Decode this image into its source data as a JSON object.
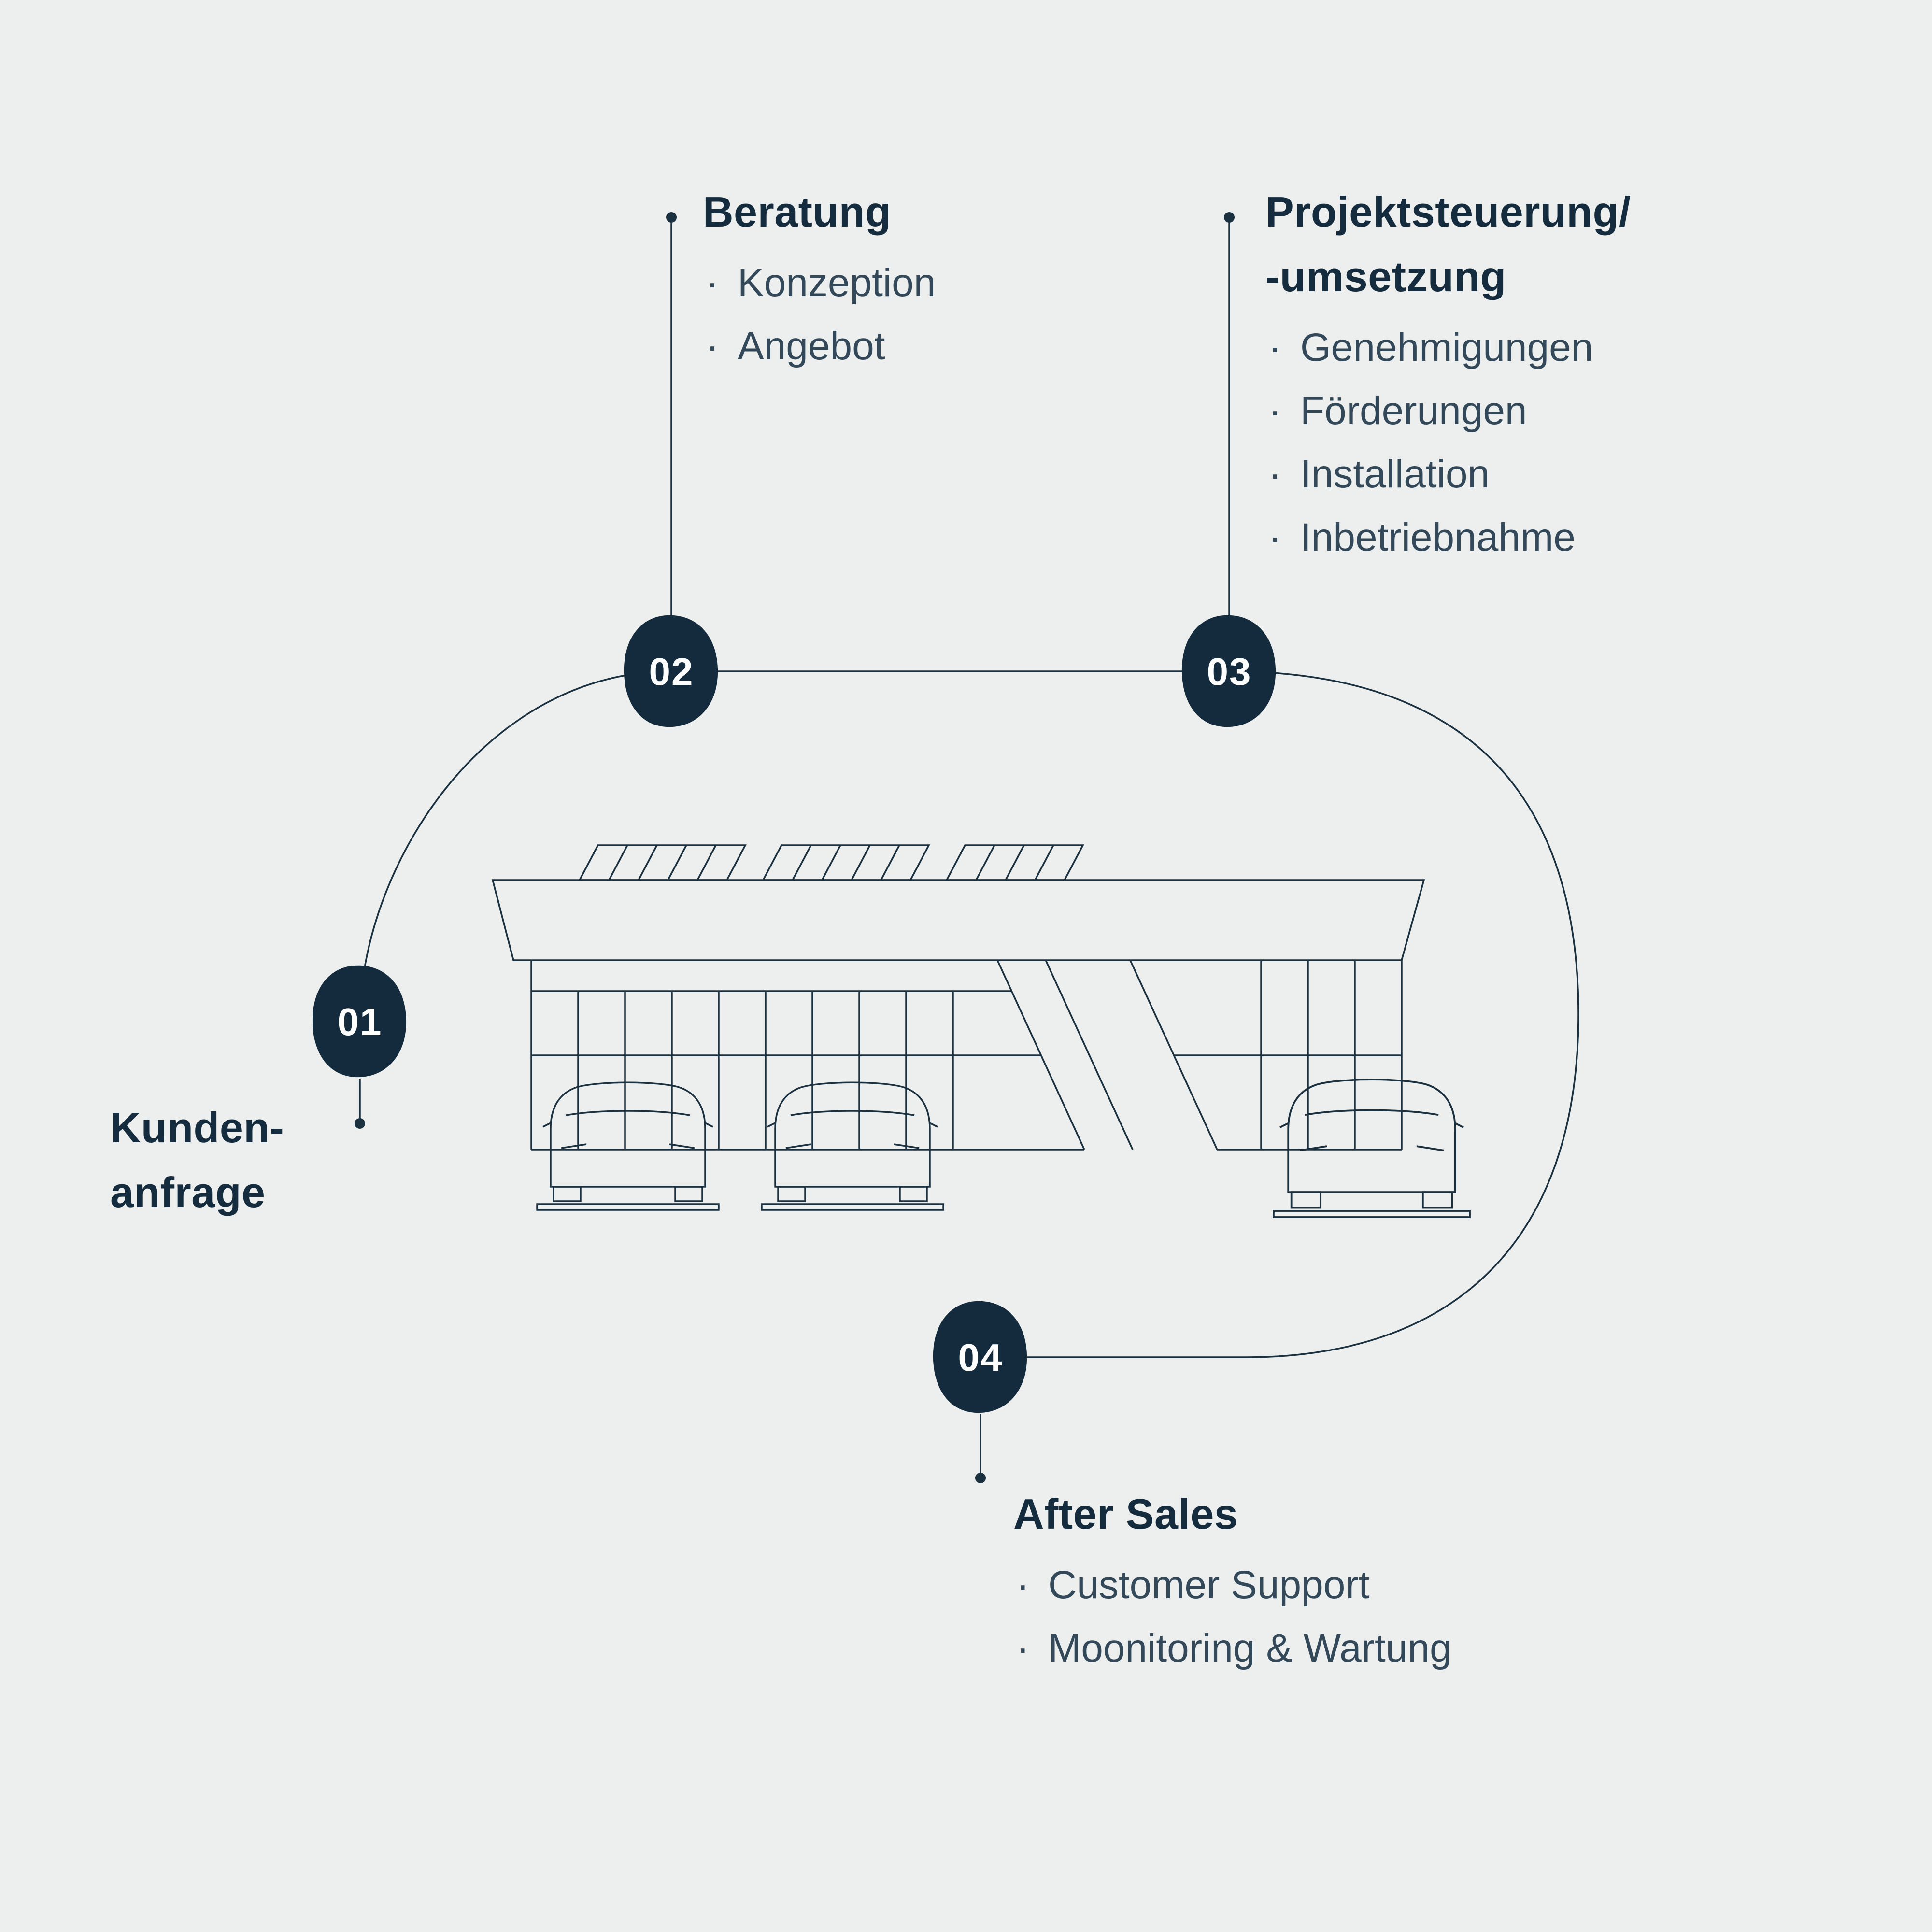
{
  "meta": {
    "bg": "#edefee",
    "ink": "#142c3d",
    "body_ink": "#33495a",
    "bullet_glyph": "·"
  },
  "steps": [
    {
      "id": "01",
      "title_lines": [
        "Kunden-",
        "anfrage"
      ],
      "bullets": []
    },
    {
      "id": "02",
      "title_lines": [
        "Beratung"
      ],
      "bullets": [
        "Konzeption",
        "Angebot"
      ]
    },
    {
      "id": "03",
      "title_lines": [
        "Projektsteuerung/",
        "-umsetzung"
      ],
      "bullets": [
        "Genehmigungen",
        "Förderungen",
        "Installation",
        "Inbetriebnahme"
      ]
    },
    {
      "id": "04",
      "title_lines": [
        "After Sales"
      ],
      "bullets": [
        "Customer Support",
        "Moonitoring & Wartung"
      ]
    }
  ],
  "illustration": {
    "name": "solar-carport-with-electric-cars"
  }
}
